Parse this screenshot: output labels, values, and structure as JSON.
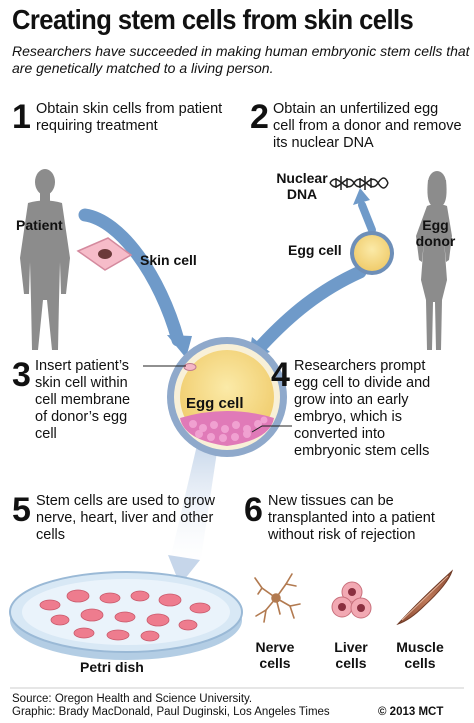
{
  "title": "Creating stem cells from skin cells",
  "subtitle": "Researchers have succeeded in making human embryonic stem cells that are genetically matched to a living person.",
  "steps": [
    {
      "num": "1",
      "text": "Obtain skin cells from patient requiring treatment"
    },
    {
      "num": "2",
      "text": "Obtain an unfertilized egg cell from a donor and remove its nuclear DNA"
    },
    {
      "num": "3",
      "text": "Insert patient’s skin cell within cell membrane of donor’s egg cell"
    },
    {
      "num": "4",
      "text": "Researchers prompt egg cell to divide and grow into an early embryo, which is converted into embryonic stem cells"
    },
    {
      "num": "5",
      "text": "Stem cells are used to grow nerve, heart, liver and other cells"
    },
    {
      "num": "6",
      "text": "New tissues can be transplanted into a patient without risk of rejection"
    }
  ],
  "labels": {
    "patient": "Patient",
    "skin_cell": "Skin cell",
    "nuclear_dna": "Nuclear DNA",
    "egg_cell_small": "Egg cell",
    "egg_donor": "Egg donor",
    "egg_cell_big": "Egg cell",
    "petri_dish": "Petri dish",
    "nerve_cells": "Nerve cells",
    "liver_cells": "Liver cells",
    "muscle_cells": "Muscle cells"
  },
  "footer": {
    "source": "Source: Oregon Health and Science University.",
    "graphic": "Graphic: Brady MacDonald, Paul Duginski, Los Angeles Times",
    "copyright": "© 2013 MCT"
  },
  "colors": {
    "arrow": "#6f9ac9",
    "egg": "#f7dc8a",
    "egg_ring": "#6e8fb8",
    "embryo": "#e07ab8",
    "skin_cell": "#f5b7c6",
    "silhouette": "#8a8a8a",
    "petri": "#cfe3f3",
    "petri_cells": "#ee7c8e"
  }
}
